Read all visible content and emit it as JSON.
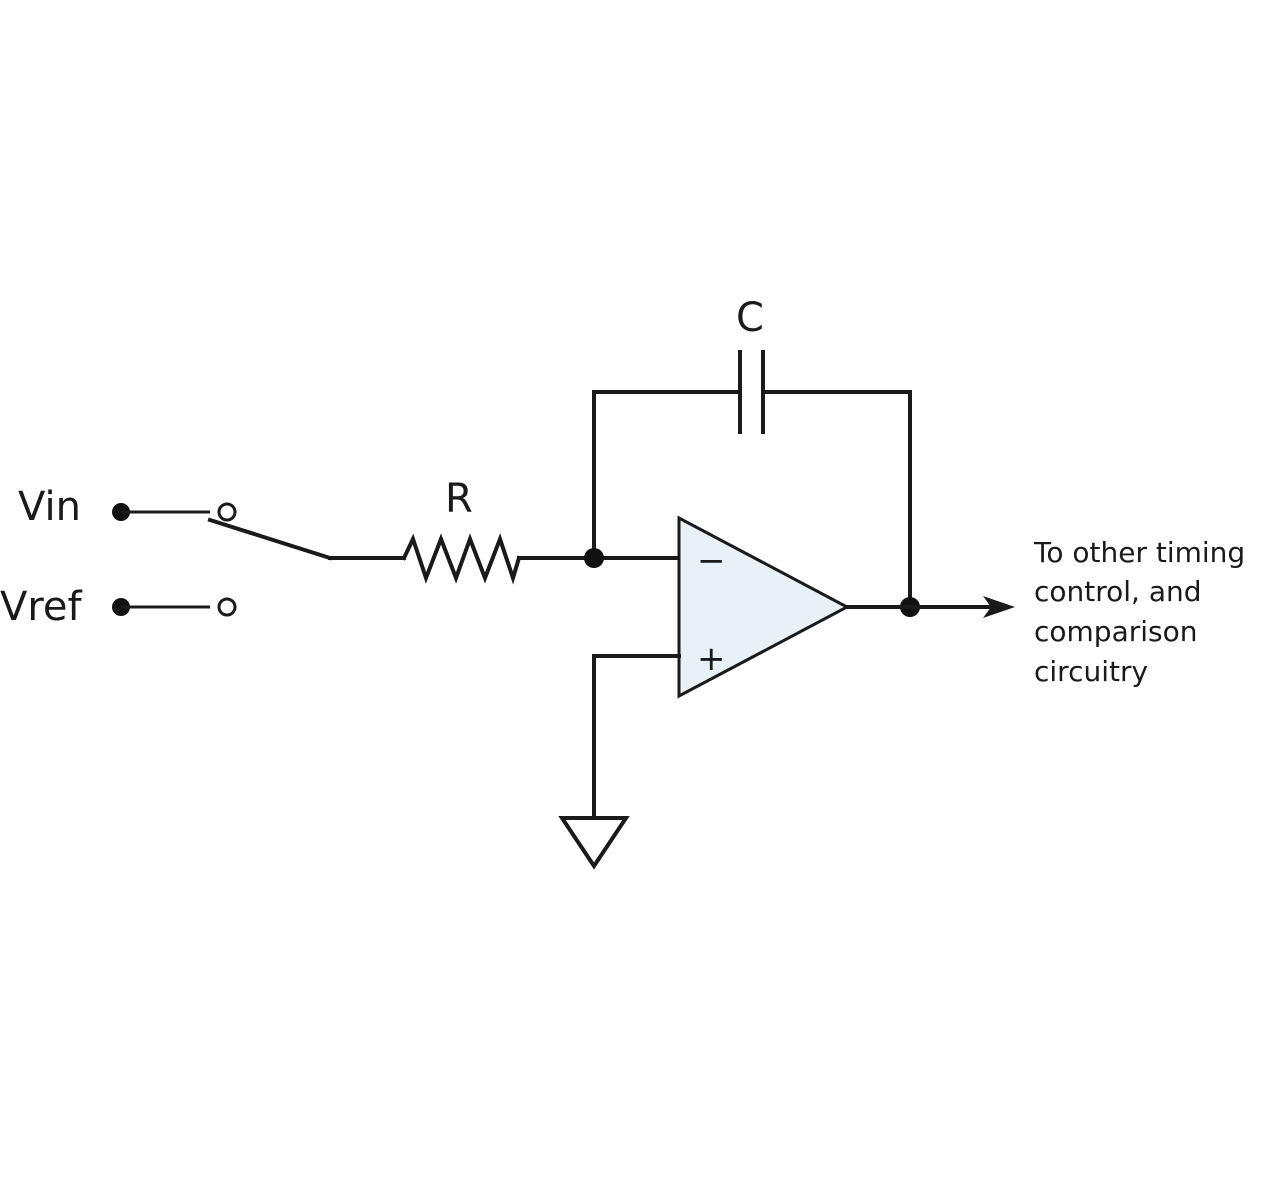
{
  "labels": {
    "vin": "Vin",
    "vref": "Vref",
    "resistor": "R",
    "capacitor": "C",
    "minus_input": "−",
    "plus_input": "+"
  },
  "output_note": {
    "lines": [
      "To other timing",
      "control, and",
      "comparison",
      "circuitry"
    ]
  },
  "colors": {
    "opamp_fill": "#e8f1f8",
    "line": "#1a1a1a"
  }
}
